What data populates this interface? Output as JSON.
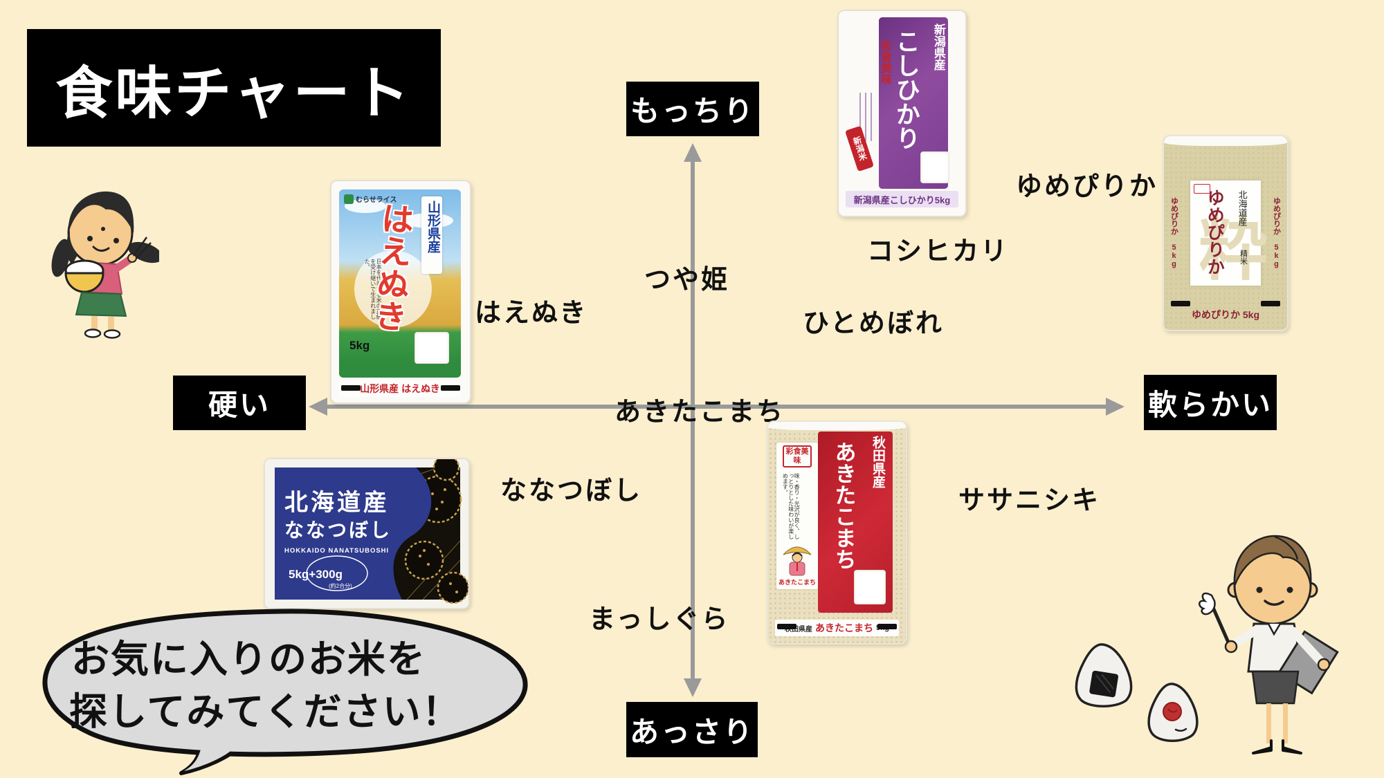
{
  "title": "食味チャート",
  "axes": {
    "top": "もっちり",
    "bottom": "あっさり",
    "left": "硬い",
    "right": "軟らかい"
  },
  "bubble": {
    "line1": "お気に入りのお米を",
    "line2": "探してみてください！"
  },
  "colors": {
    "background": "#FCEFCD",
    "label_box_bg": "#000000",
    "label_box_text": "#FFFFFF",
    "axis_gray": "#9A9A9A",
    "bubble_gray": "#DBDBDB",
    "koshihikari_purple": "#7B3E91",
    "akitakomachi_red": "#C5202E",
    "nanatsuboshi_blue": "#2E3A8C",
    "haenuki_red": "#E23A2E",
    "yumepirika_maroon": "#8B2333"
  },
  "chart_data": {
    "type": "scatter",
    "title": "食味チャート",
    "x_axis": {
      "negative": "硬い",
      "positive": "軟らかい",
      "range": [
        -1,
        1
      ]
    },
    "y_axis": {
      "negative": "あっさり",
      "positive": "もっちり",
      "range": [
        -1,
        1
      ]
    },
    "grid": false,
    "points": [
      {
        "name": "コシヒカリ",
        "x": 0.58,
        "y": 0.6
      },
      {
        "name": "ゆめぴりか",
        "x": 0.97,
        "y": 0.83
      },
      {
        "name": "つや姫",
        "x": -0.02,
        "y": 0.49
      },
      {
        "name": "はえぬき",
        "x": -0.41,
        "y": 0.36
      },
      {
        "name": "ひとめぼれ",
        "x": 0.43,
        "y": 0.33
      },
      {
        "name": "あきたこまち",
        "x": 0.0,
        "y": 0.0
      },
      {
        "name": "ななつぼし",
        "x": -0.32,
        "y": -0.28
      },
      {
        "name": "ササニシキ",
        "x": 0.82,
        "y": -0.31
      },
      {
        "name": "まっしぐら",
        "x": -0.1,
        "y": -0.75
      }
    ]
  },
  "varieties": [
    {
      "name": "コシヒカリ"
    },
    {
      "name": "ゆめぴりか"
    },
    {
      "name": "つや姫"
    },
    {
      "name": "はえぬき"
    },
    {
      "name": "ひとめぼれ"
    },
    {
      "name": "あきたこまち"
    },
    {
      "name": "ななつぼし"
    },
    {
      "name": "ササニシキ"
    },
    {
      "name": "まっしぐら"
    }
  ],
  "packages": {
    "koshihikari": {
      "brand_logo": "彩食美味",
      "region": "新潟県産",
      "name": "こしひかり",
      "seal": "新潟米",
      "bottom_label": "新潟県産こしひかり5kg"
    },
    "yumepirika": {
      "region": "北海道産",
      "name": "ゆめぴりか",
      "watermark": "粋",
      "milled": "精米",
      "side_label": "ゆめぴりか 5kg",
      "bottom_label": "ゆめぴりか 5kg"
    },
    "haenuki": {
      "maker": "むらせライス",
      "region": "山形県産",
      "name": "はえぬき",
      "description": "日本を代表する米の正統を受け継いで生まれました。",
      "weight": "5kg",
      "bottom_label": "山形県産 はえぬき"
    },
    "nanatsuboshi": {
      "region": "北海道産",
      "name": "ななつぼし",
      "romaji": "HOKKAIDO NANATSUBOSHI",
      "weight": "5kg+300g",
      "weight_note": "(約2合分)"
    },
    "akitakomachi": {
      "brand_logo": "彩食美味",
      "region": "秋田県産",
      "name": "あきたこまち",
      "description": "味・香り・光沢が良く、しっとりとした味わいが楽しめます。",
      "small_label": "あきたこまち",
      "bottom_region": "秋田県産",
      "bottom_name": "あきたこまち",
      "bottom_weight": "5kg"
    }
  }
}
